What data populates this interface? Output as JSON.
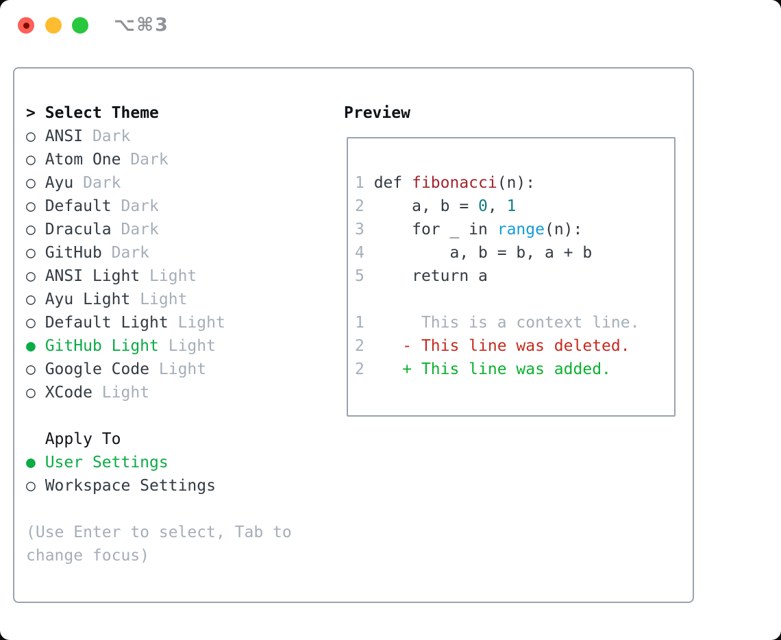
{
  "window": {
    "title": "⌥⌘3",
    "traffic_lights": {
      "close": "close",
      "minimize": "minimize",
      "zoom": "zoom",
      "close_has_dot": true
    }
  },
  "theme_panel": {
    "prompt": ">",
    "header_label": "Select Theme",
    "themes": [
      {
        "name": "ANSI",
        "variant": "Dark",
        "selected": false
      },
      {
        "name": "Atom One",
        "variant": "Dark",
        "selected": false
      },
      {
        "name": "Ayu",
        "variant": "Dark",
        "selected": false
      },
      {
        "name": "Default",
        "variant": "Dark",
        "selected": false
      },
      {
        "name": "Dracula",
        "variant": "Dark",
        "selected": false
      },
      {
        "name": "GitHub",
        "variant": "Dark",
        "selected": false
      },
      {
        "name": "ANSI Light",
        "variant": "Light",
        "selected": false
      },
      {
        "name": "Ayu Light",
        "variant": "Light",
        "selected": false
      },
      {
        "name": "Default Light",
        "variant": "Light",
        "selected": false
      },
      {
        "name": "GitHub Light",
        "variant": "Light",
        "selected": true
      },
      {
        "name": "Google Code",
        "variant": "Light",
        "selected": false
      },
      {
        "name": "XCode",
        "variant": "Light",
        "selected": false
      }
    ],
    "radio_icons": {
      "unselected": "○",
      "selected": "●"
    },
    "apply_to": {
      "label": "Apply To",
      "options": [
        {
          "label": "User Settings",
          "selected": true
        },
        {
          "label": "Workspace Settings",
          "selected": false
        }
      ]
    },
    "help": [
      "(Use Enter to select, Tab to",
      "change focus)"
    ]
  },
  "preview": {
    "label": "Preview",
    "code_lines": [
      {
        "num": "1",
        "tokens": [
          [
            "def ",
            "plain"
          ],
          [
            "fibonacci",
            "func"
          ],
          [
            "(n):",
            "plain"
          ]
        ]
      },
      {
        "num": "2",
        "tokens": [
          [
            "    a, b = ",
            "plain"
          ],
          [
            "0",
            "num"
          ],
          [
            ", ",
            "plain"
          ],
          [
            "1",
            "num"
          ]
        ]
      },
      {
        "num": "3",
        "tokens": [
          [
            "    for _ in ",
            "plain"
          ],
          [
            "range",
            "builtin"
          ],
          [
            "(n):",
            "plain"
          ]
        ]
      },
      {
        "num": "4",
        "tokens": [
          [
            "        a, b = b, a + b",
            "plain"
          ]
        ]
      },
      {
        "num": "5",
        "tokens": [
          [
            "    return a",
            "plain"
          ]
        ]
      }
    ],
    "diff_lines": [
      {
        "num": "1",
        "tokens": [
          [
            "     This is a context line.",
            "context"
          ]
        ]
      },
      {
        "num": "2",
        "tokens": [
          [
            "   ",
            "plain"
          ],
          [
            "- This line was deleted.",
            "deleted"
          ]
        ]
      },
      {
        "num": "2",
        "tokens": [
          [
            "   ",
            "plain"
          ],
          [
            "+ This line was added.",
            "added"
          ]
        ]
      }
    ]
  },
  "colors": {
    "border": "#9aa2ad",
    "text": "#333a42",
    "heading": "#0f1317",
    "muted": "#a5aeb8",
    "green": "#0cab45",
    "diff_red": "#c52a1e",
    "diff_green": "#0ab22e",
    "func_red": "#a3242e",
    "num_teal": "#0f7d85",
    "builtin_blue": "#149bd8",
    "title_gray": "#8f9397",
    "traffic_red": "#fe5f57",
    "traffic_red_dot": "#7c0d05",
    "traffic_yellow": "#fdbd2f",
    "traffic_green": "#27c83e"
  }
}
